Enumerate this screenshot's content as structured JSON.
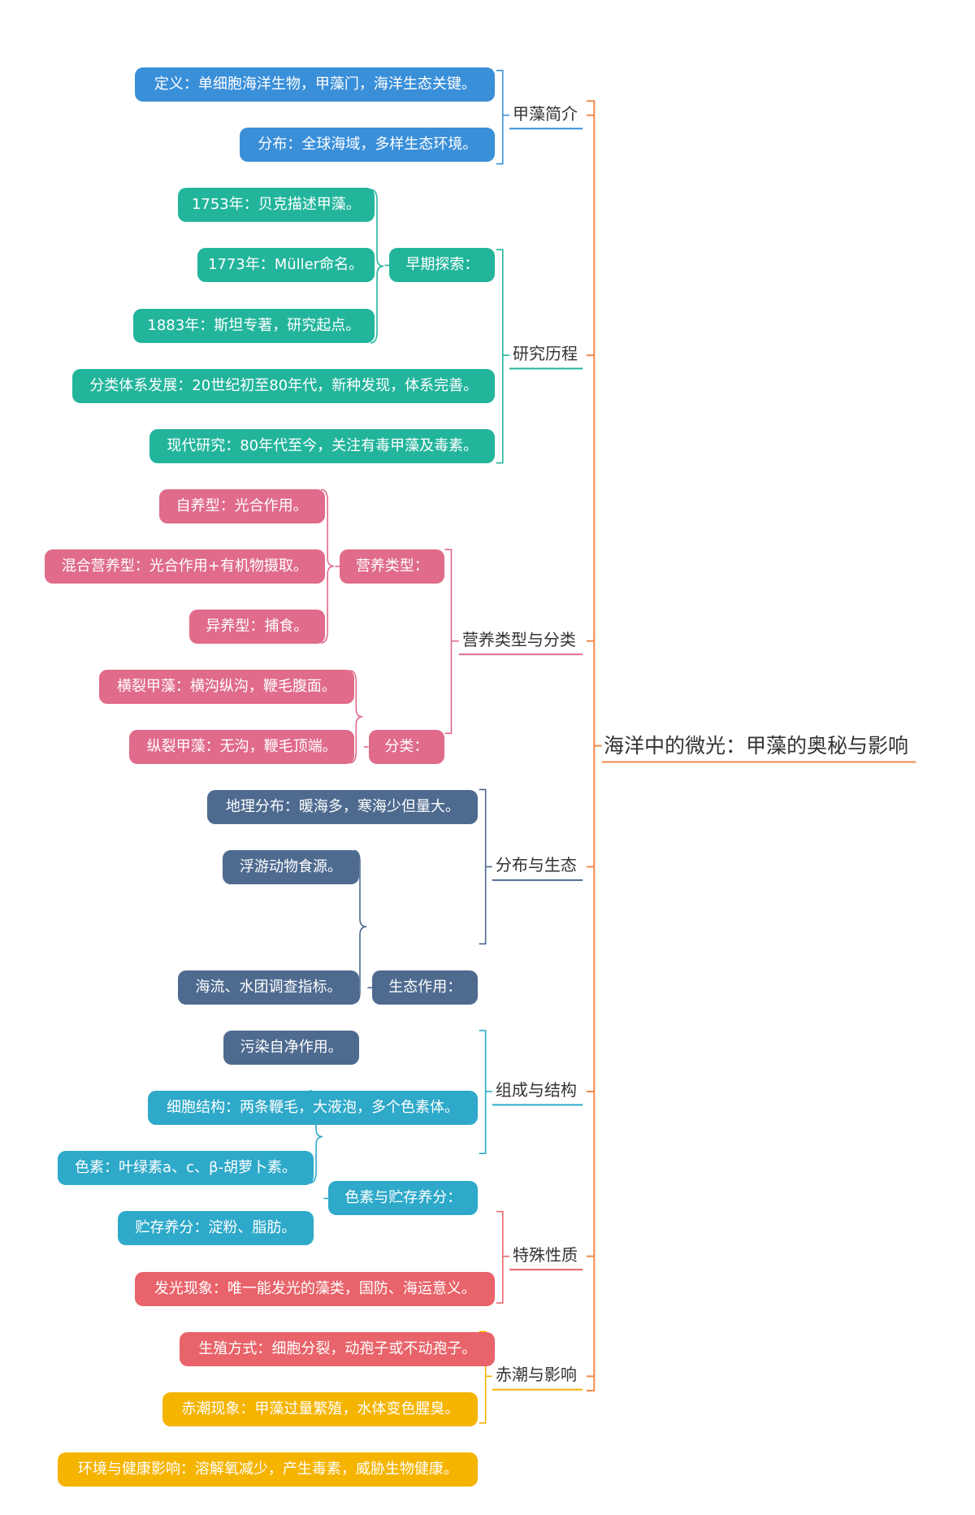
{
  "root": {
    "text": "海洋中的微光：甲藻的奥秘与影响",
    "color": "#f08a4b"
  },
  "branches": [
    {
      "text": "甲藻简介",
      "color": "#3a8fd9",
      "children": [
        {
          "text": "定义：单细胞海洋生物，甲藻门，海洋生态关键。"
        },
        {
          "text": "分布：全球海域，多样生态环境。"
        }
      ]
    },
    {
      "text": "研究历程",
      "color": "#23b59c",
      "children": [
        {
          "text": "早期探索：",
          "children": [
            {
              "text": "1753年：贝克描述甲藻。"
            },
            {
              "text": "1773年：Müller命名。"
            },
            {
              "text": "1883年：斯坦专著，研究起点。"
            }
          ]
        },
        {
          "text": "分类体系发展：20世纪初至80年代，新种发现，体系完善。"
        },
        {
          "text": "现代研究：80年代至今，关注有毒甲藻及毒素。"
        }
      ]
    },
    {
      "text": "营养类型与分类",
      "color": "#e06b8b",
      "children": [
        {
          "text": "营养类型：",
          "children": [
            {
              "text": "自养型：光合作用。"
            },
            {
              "text": "混合营养型：光合作用+有机物摄取。"
            },
            {
              "text": "异养型：捕食。"
            }
          ]
        },
        {
          "text": "分类：",
          "children": [
            {
              "text": "横裂甲藻：横沟纵沟，鞭毛腹面。"
            },
            {
              "text": "纵裂甲藻：无沟，鞭毛顶端。"
            }
          ]
        }
      ]
    },
    {
      "text": "分布与生态",
      "color": "#4e6a8f",
      "children": [
        {
          "text": "地理分布：暖海多，寒海少但量大。"
        },
        {
          "text": "生态作用：",
          "children": [
            {
              "text": "浮游动物食源。"
            },
            {
              "text": "海流、水团调查指标。"
            },
            {
              "text": "污染自净作用。"
            }
          ]
        }
      ]
    },
    {
      "text": "组成与结构",
      "color": "#2ea9c9",
      "children": [
        {
          "text": "细胞结构：两条鞭毛，大液泡，多个色素体。"
        },
        {
          "text": "色素与贮存养分：",
          "children": [
            {
              "text": "色素：叶绿素a、c、β-胡萝卜素。"
            },
            {
              "text": "贮存养分：淀粉、脂肪。"
            }
          ]
        }
      ]
    },
    {
      "text": "特殊性质",
      "color": "#e8636a",
      "children": [
        {
          "text": "发光现象：唯一能发光的藻类，国防、海运意义。"
        },
        {
          "text": "生殖方式：细胞分裂，动孢子或不动孢子。"
        }
      ]
    },
    {
      "text": "赤潮与影响",
      "color": "#f5b400",
      "children": [
        {
          "text": "赤潮现象：甲藻过量繁殖，水体变色腥臭。"
        },
        {
          "text": "环境与健康影响：溶解氧减少，产生毒素，威胁生物健康。"
        }
      ]
    }
  ]
}
